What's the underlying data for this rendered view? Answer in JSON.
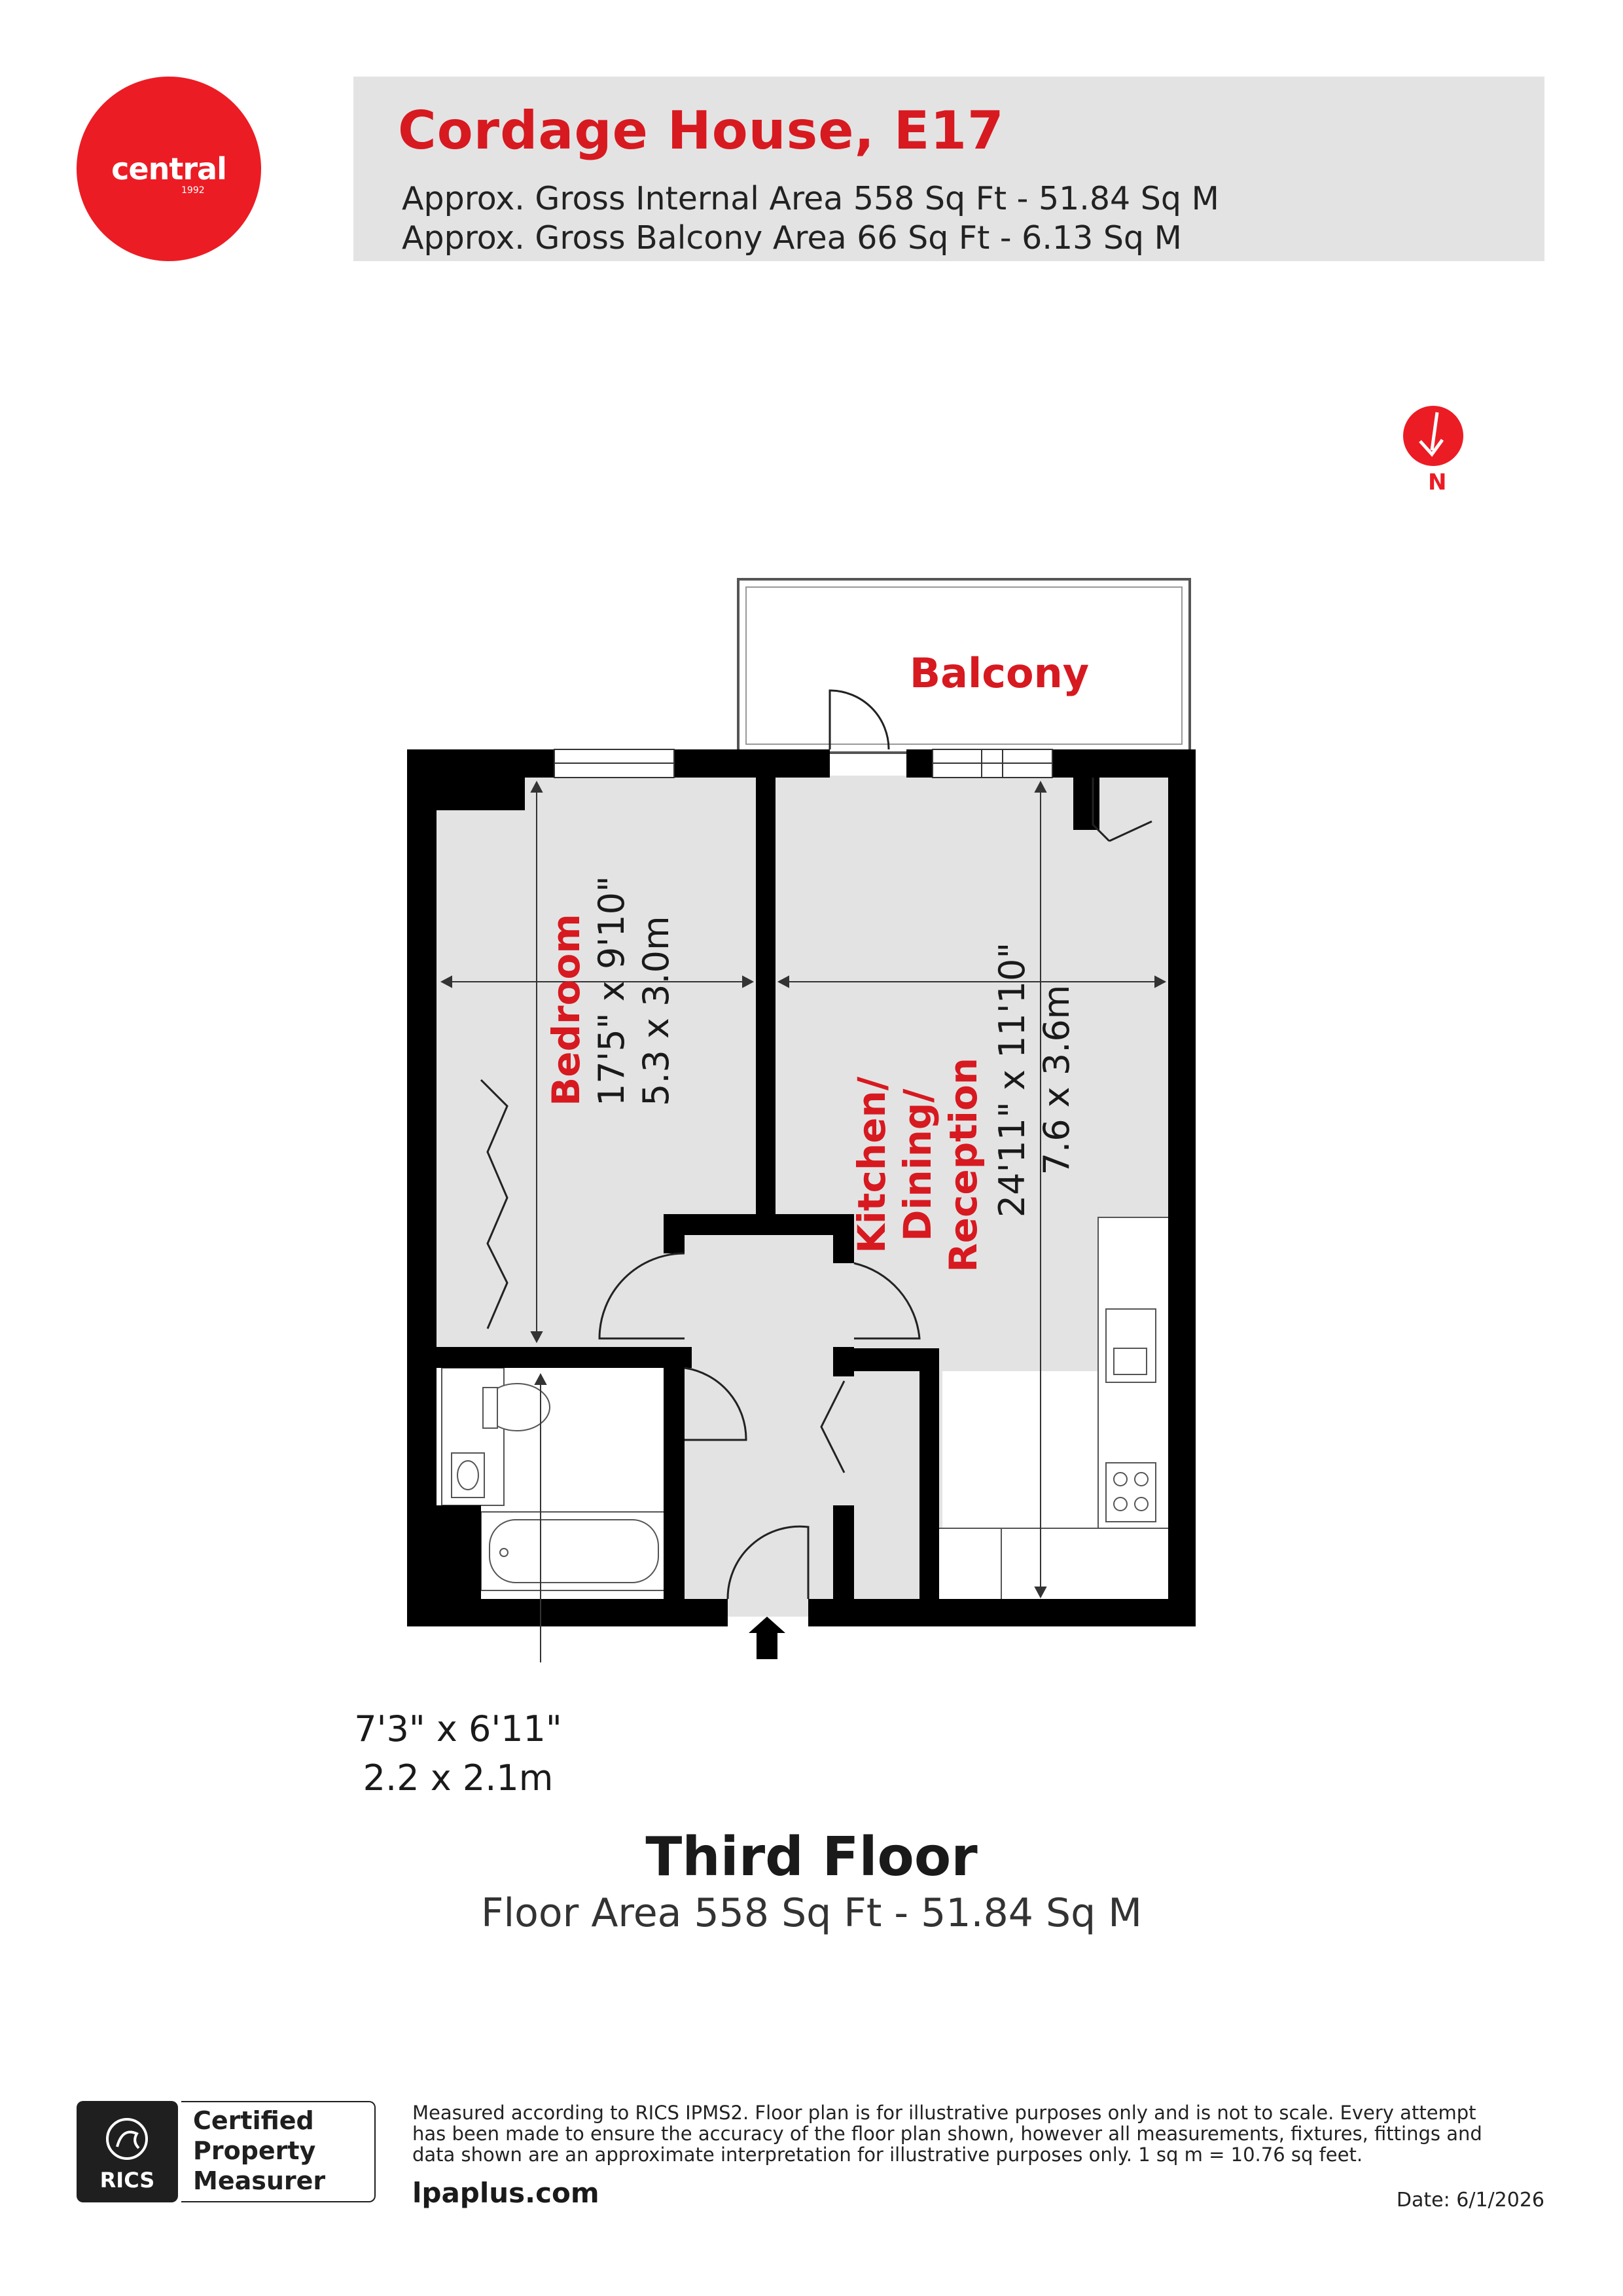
{
  "brand": {
    "name": "central",
    "year": "1992",
    "color": "#ec1c24"
  },
  "header": {
    "title": "Cordage House, E17",
    "internal_area": "Approx. Gross Internal Area 558 Sq Ft - 51.84 Sq M",
    "balcony_area": "Approx. Gross Balcony Area 66 Sq Ft - 6.13 Sq M"
  },
  "compass": {
    "label": "N",
    "icon": "north-arrow-icon",
    "color": "#ec1c24"
  },
  "rooms": {
    "balcony": {
      "name": "Balcony"
    },
    "bedroom": {
      "name": "Bedroom",
      "dim_imperial": "17'5\" x 9'10\"",
      "dim_metric": "5.3 x 3.0m"
    },
    "kitchen": {
      "name_line1": "Kitchen/",
      "name_line2": "Dining/",
      "name_line3": "Reception",
      "dim_imperial": "24'11\" x 11'10\"",
      "dim_metric": "7.6 x 3.6m"
    },
    "bathroom": {
      "dim_imperial": "7'3\" x 6'11\"",
      "dim_metric": "2.2 x 2.1m"
    }
  },
  "floor": {
    "title": "Third Floor",
    "area": "Floor Area 558 Sq Ft - 51.84 Sq M"
  },
  "footer": {
    "rics_badge": "RICS",
    "rics_line1": "Certified",
    "rics_line2": "Property",
    "rics_line3": "Measurer",
    "disclaimer_line1": "Measured according to RICS IPMS2. Floor plan is for illustrative purposes only and is not to scale. Every attempt",
    "disclaimer_line2": "has been made to ensure the accuracy of the floor plan shown, however all measurements, fixtures, fittings and",
    "disclaimer_line3": "data shown are an approximate interpretation for illustrative purposes only. 1 sq m = 10.76 sq feet.",
    "website": "lpaplus.com",
    "date": "Date: 6/1/2026"
  },
  "colors": {
    "wall": "#000000",
    "floor_fill": "#e3e3e3",
    "label_red": "#d71920"
  }
}
